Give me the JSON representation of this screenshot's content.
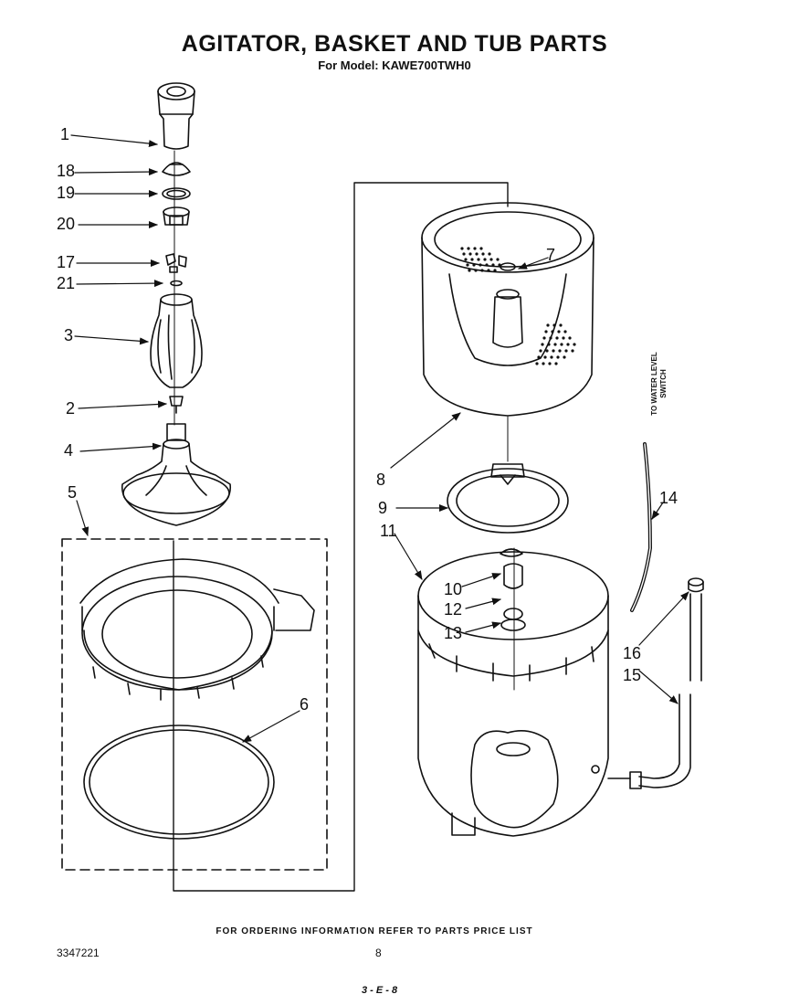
{
  "header": {
    "title": "AGITATOR, BASKET AND TUB PARTS",
    "subtitle": "For Model: KAWE700TWH0"
  },
  "callouts": {
    "c1": "1",
    "c2": "2",
    "c3": "3",
    "c4": "4",
    "c5": "5",
    "c6": "6",
    "c7": "7",
    "c8": "8",
    "c9": "9",
    "c10": "10",
    "c11": "11",
    "c12": "12",
    "c13": "13",
    "c14": "14",
    "c15": "15",
    "c16": "16",
    "c17": "17",
    "c18": "18",
    "c19": "19",
    "c20": "20",
    "c21": "21"
  },
  "side_label": {
    "line1": "TO WATER LEVEL",
    "line2": "SWITCH"
  },
  "footer": {
    "ordering_note": "FOR ORDERING INFORMATION REFER TO PARTS PRICE LIST",
    "doc_number": "3347221",
    "page_number": "8",
    "revision": "3 - E - 8"
  }
}
